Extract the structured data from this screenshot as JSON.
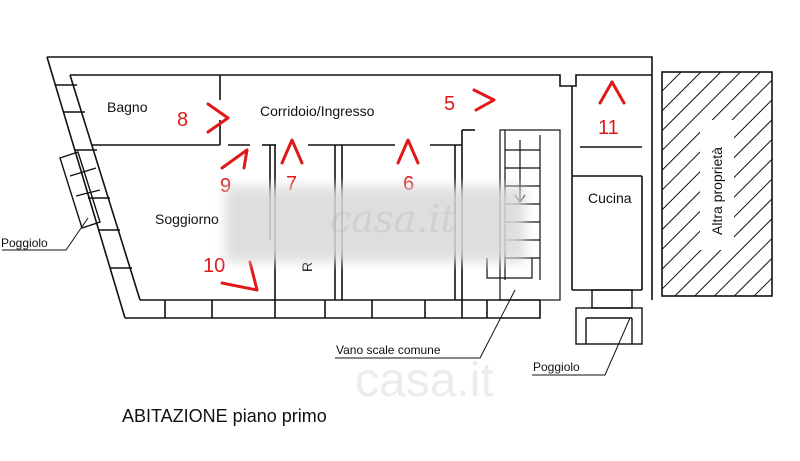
{
  "plan": {
    "rooms": {
      "bagno": "Bagno",
      "corridoio": "Corridoio/Ingresso",
      "soggiorno": "Soggiorno",
      "cucina": "Cucina",
      "altra": "Altra proprietà",
      "r_partial": "R"
    },
    "callouts": {
      "poggiolo_left": "Poggiolo",
      "vano_scale": "Vano scale comune",
      "poggiolo_right": "Poggiolo"
    },
    "view_markers": [
      "5",
      "6",
      "7",
      "8",
      "9",
      "10",
      "11"
    ],
    "caption": "ABITAZIONE piano primo",
    "watermark": "casa.it",
    "colors": {
      "wall": "#111111",
      "marker": "#e01818",
      "blur": "#d9d9d9"
    }
  }
}
